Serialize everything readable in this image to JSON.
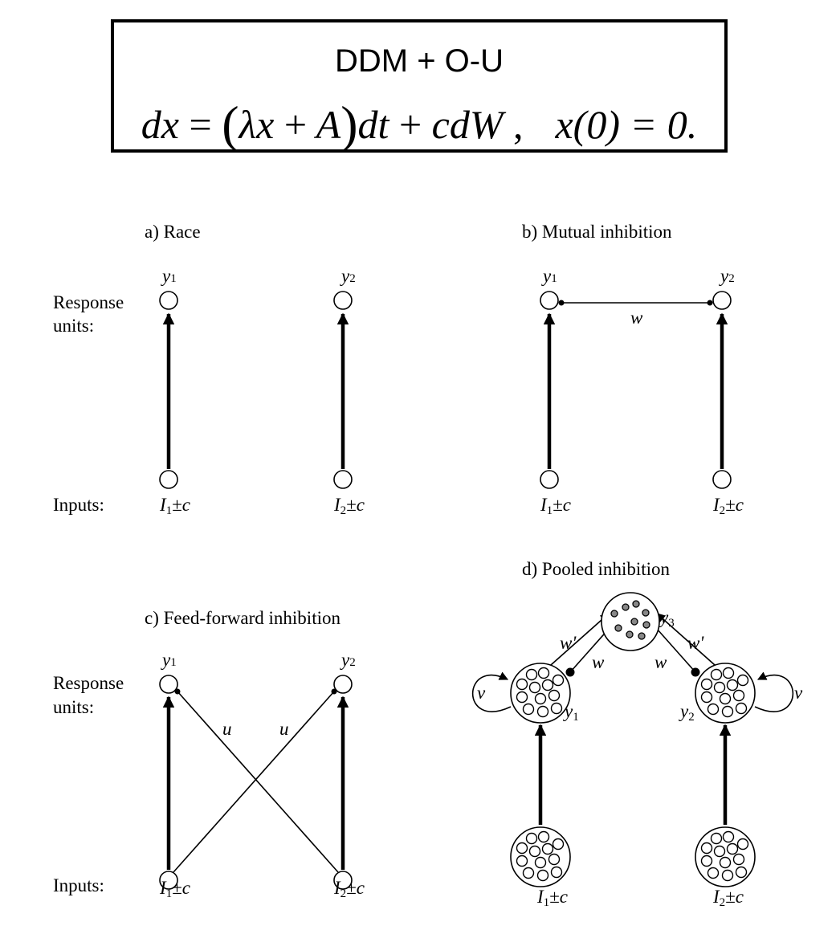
{
  "equation_box": {
    "title": "DDM + O-U",
    "lhs": "dx",
    "eq": "=",
    "lambda_x": "λx",
    "plus": "+",
    "A": "A",
    "dt": "dt",
    "noise": "cdW",
    "comma": ",",
    "init": "x(0) = 0."
  },
  "panels": {
    "a": {
      "title": "a) Race"
    },
    "b": {
      "title": "b) Mutual inhibition"
    },
    "c": {
      "title": "c) Feed-forward inhibition"
    },
    "d": {
      "title": "d) Pooled inhibition"
    }
  },
  "row_labels": {
    "response_1": "Response",
    "response_2": "units:",
    "inputs": "Inputs:"
  },
  "node_labels": {
    "y": "y",
    "one": "1",
    "two": "2",
    "three": "3",
    "I": "I",
    "pm_c": "±c"
  },
  "weights": {
    "w": "w",
    "w_prime": "w'",
    "u": "u",
    "v": "v"
  }
}
